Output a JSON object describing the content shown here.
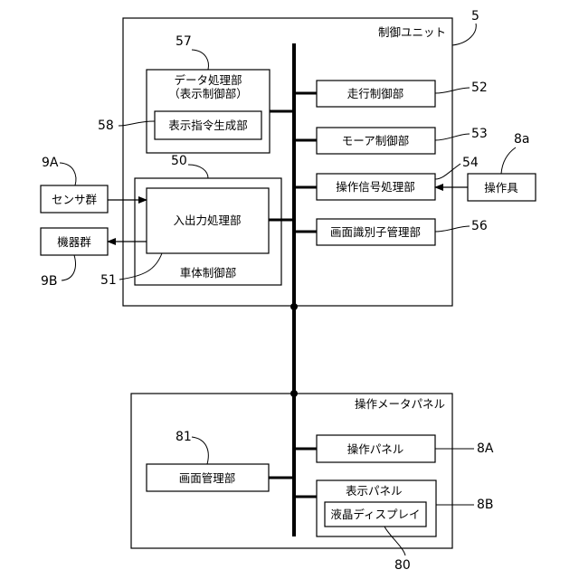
{
  "control_unit": {
    "title": "制御ユニット",
    "ref": "5"
  },
  "data_proc": {
    "line1": "データ処理部",
    "line2": "（表示制御部）",
    "ref": "57"
  },
  "display_cmd": {
    "label": "表示指令生成部",
    "ref": "58"
  },
  "vehicle_ctrl": {
    "label": "車体制御部",
    "ref": "50"
  },
  "io_proc": {
    "label": "入出力処理部",
    "ref": "51"
  },
  "sensors": {
    "label": "センサ群",
    "ref": "9A"
  },
  "devices": {
    "label": "機器群",
    "ref": "9B"
  },
  "travel_ctrl": {
    "label": "走行制御部",
    "ref": "52"
  },
  "motor_ctrl": {
    "label": "モーア制御部",
    "ref": "53"
  },
  "op_signal": {
    "label": "操作信号処理部",
    "ref": "54"
  },
  "screen_id": {
    "label": "画面識別子管理部",
    "ref": "56"
  },
  "operator": {
    "label": "操作具",
    "ref": "8a"
  },
  "meter_panel": {
    "title": "操作メータパネル"
  },
  "screen_mgmt": {
    "label": "画面管理部",
    "ref": "81"
  },
  "op_panel": {
    "label": "操作パネル",
    "ref": "8A"
  },
  "disp_panel": {
    "label": "表示パネル",
    "ref": "8B"
  },
  "lcd": {
    "label": "液晶ディスプレイ",
    "ref": "80"
  }
}
